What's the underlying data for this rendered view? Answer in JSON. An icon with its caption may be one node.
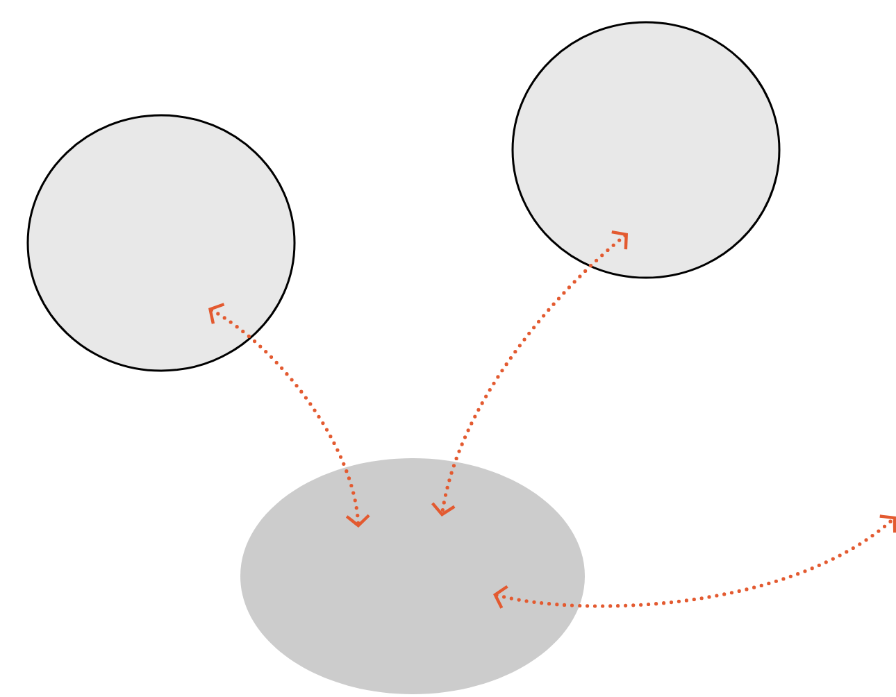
{
  "diagram": {
    "nodes": [
      {
        "text": [],
        "shape": "circle"
      },
      {
        "text": [],
        "shape": "circle"
      },
      {
        "text": [],
        "shape": "ellipse"
      }
    ],
    "edges": [
      {
        "from": 0,
        "to": 2,
        "arrow": "both"
      },
      {
        "from": 1,
        "to": 2,
        "arrow": "both"
      },
      {
        "from": 2,
        "to": null,
        "arrow": "both"
      }
    ]
  }
}
